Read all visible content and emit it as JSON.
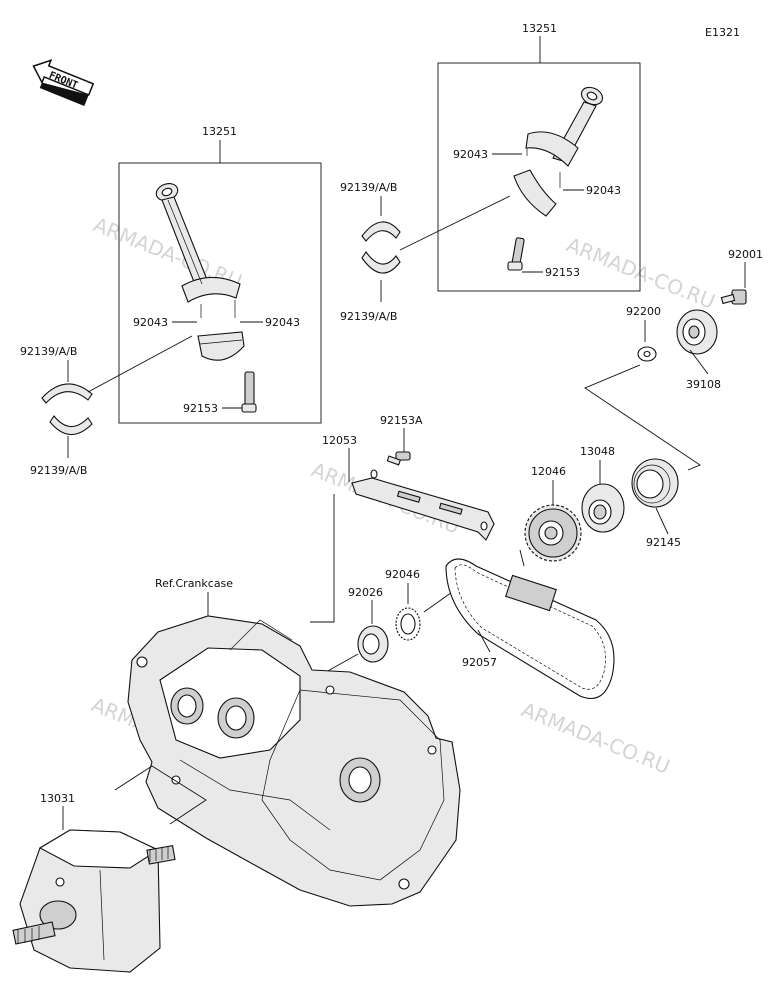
{
  "diagram_code": "E1321",
  "front_label": "FRONT",
  "watermark": "ARMADA-CO.RU",
  "labels": {
    "conrod_assy_left": "13251",
    "conrod_assy_right": "13251",
    "nut_left_a": "92043",
    "nut_left_b": "92043",
    "nut_right_a": "92043",
    "nut_right_b": "92043",
    "bolt_left": "92153",
    "bolt_right": "92153",
    "bearing_left_top": "92139/A/B",
    "bearing_left_bottom": "92139/A/B",
    "bearing_right_top": "92139/A/B",
    "bearing_right_bottom": "92139/A/B",
    "bolt_top_right": "92001",
    "washer": "92200",
    "cover": "39108",
    "guide_bolt": "92153A",
    "chain_guide": "12053",
    "gear": "12046",
    "clutch": "13048",
    "spring": "92145",
    "oil_seal": "92026",
    "needle_bearing": "92046",
    "chain": "92057",
    "crankcase_ref": "Ref.Crankcase",
    "crankshaft": "13031"
  }
}
